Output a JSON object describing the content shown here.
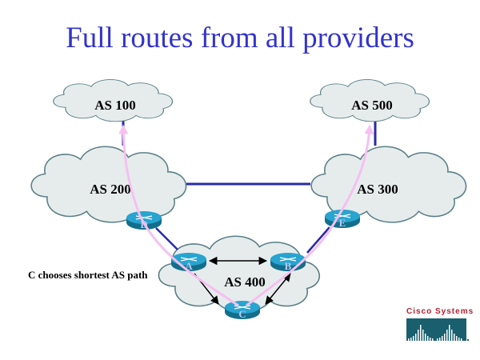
{
  "title": "Full routes from all providers",
  "clouds": [
    {
      "id": "as100",
      "label": "AS 100"
    },
    {
      "id": "as500",
      "label": "AS 500"
    },
    {
      "id": "as200",
      "label": "AS 200"
    },
    {
      "id": "as300",
      "label": "AS 300"
    },
    {
      "id": "as400",
      "label": "AS 400"
    }
  ],
  "routers": [
    {
      "id": "D",
      "label": "D"
    },
    {
      "id": "E",
      "label": "E"
    },
    {
      "id": "A",
      "label": "A"
    },
    {
      "id": "B",
      "label": "B"
    },
    {
      "id": "C",
      "label": "C"
    }
  ],
  "note": "C chooses shortest AS path",
  "logo": {
    "text": "Cisco Systems",
    "color": "#b5202e",
    "bar_color": "#1a5f6e"
  },
  "colors": {
    "title": "#3333cc",
    "link": "#2a2aa8",
    "route_path": "#f5c0f0",
    "cloud_fill": "#e6ecec",
    "cloud_stroke": "#5a7f87",
    "router": "#1a8fb8"
  }
}
